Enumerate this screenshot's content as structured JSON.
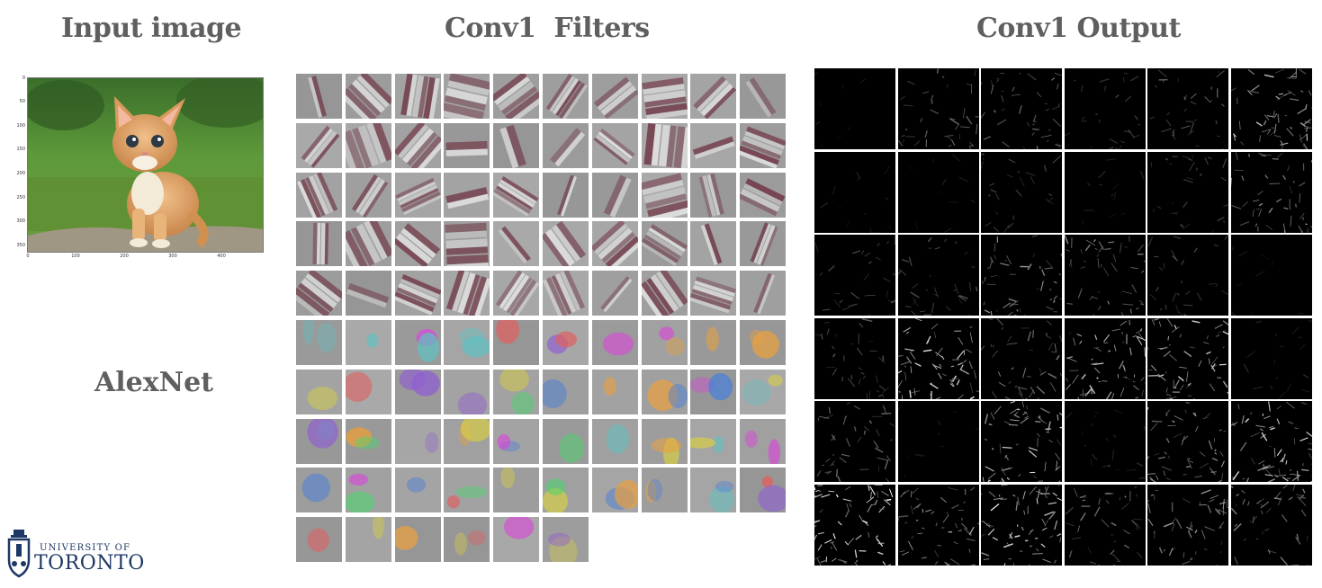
{
  "titles": {
    "input": "Input image",
    "filters": "Conv1  Filters",
    "output": "Conv1 Output",
    "network": "AlexNet"
  },
  "input_plot": {
    "y_ticks": [
      "0",
      "50",
      "100",
      "150",
      "200",
      "250",
      "300",
      "350"
    ],
    "x_ticks": [
      "0",
      "100",
      "200",
      "300",
      "400"
    ]
  },
  "filters_grid": {
    "rows": 10,
    "cols": 10,
    "last_row_count": 6
  },
  "output_grid": {
    "rows": 6,
    "cols": 6
  },
  "logo": {
    "line1": "UNIVERSITY OF",
    "line2": "TORONTO",
    "color": "#1e3765"
  }
}
